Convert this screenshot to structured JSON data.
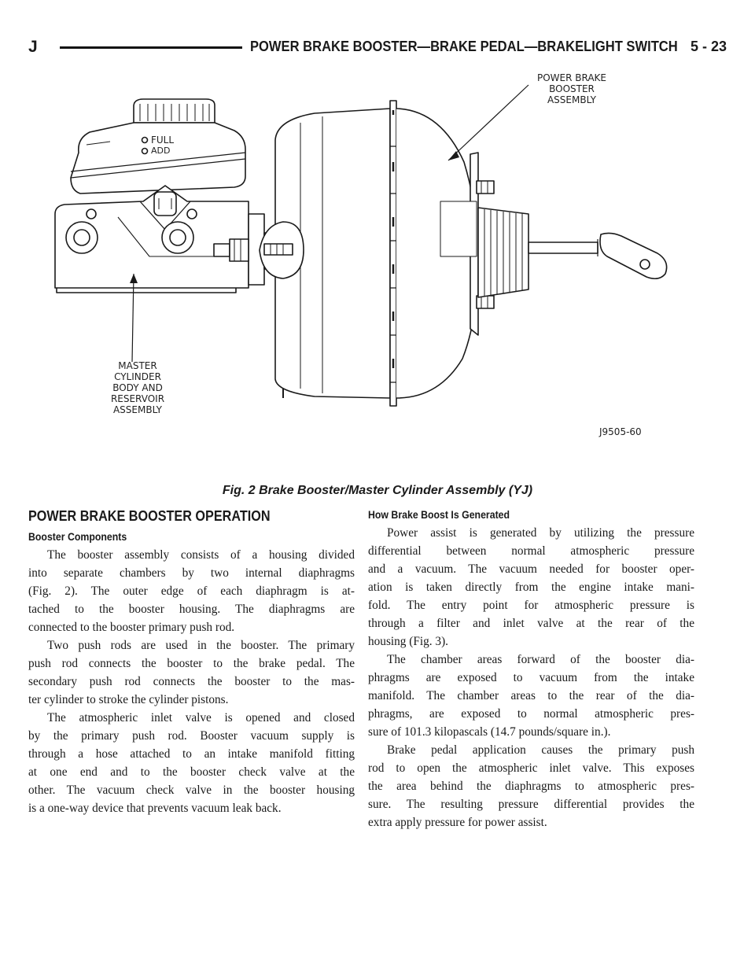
{
  "header": {
    "section_letter": "J",
    "title": "POWER BRAKE BOOSTER—BRAKE PEDAL—BRAKELIGHT SWITCH",
    "page_number": "5 - 23"
  },
  "figure": {
    "callouts": {
      "booster_assembly": "POWER BRAKE\nBOOSTER\nASSEMBLY",
      "master_cylinder": "MASTER\nCYLINDER\nBODY AND\nRESERVOIR\nASSEMBLY",
      "full_mark": "FULL",
      "add_mark": "ADD",
      "figure_code": "J9505-60"
    },
    "caption": "Fig. 2 Brake Booster/Master Cylinder Assembly (YJ)"
  },
  "left_column": {
    "heading": "POWER BRAKE BOOSTER OPERATION",
    "subheading": "Booster Components",
    "paragraphs": [
      [
        "The booster assembly consists of a housing divided",
        "into separate chambers by two internal diaphragms",
        "(Fig. 2). The outer edge of each diaphragm is at-",
        "tached to the booster housing. The diaphragms are",
        "connected to the booster primary push rod."
      ],
      [
        "Two push rods are used in the booster. The primary",
        "push rod connects the booster to the brake pedal. The",
        "secondary push rod connects the booster to the mas-",
        "ter cylinder to stroke the cylinder pistons."
      ],
      [
        "The atmospheric inlet valve is opened and closed",
        "by the primary push rod. Booster vacuum supply is",
        "through a hose attached to an intake manifold fitting",
        "at one end and to the booster check valve at the",
        "other. The vacuum check valve in the booster housing",
        "is a one-way device that prevents vacuum leak back."
      ]
    ]
  },
  "right_column": {
    "subheading": "How Brake Boost Is Generated",
    "paragraphs": [
      [
        "Power assist is generated by utilizing the pressure",
        "differential between normal atmospheric pressure",
        "and a vacuum. The vacuum needed for booster oper-",
        "ation is taken directly from the engine intake mani-",
        "fold. The entry point for atmospheric pressure is",
        "through a filter and inlet valve at the rear of the",
        "housing (Fig. 3)."
      ],
      [
        "The chamber areas forward of the booster dia-",
        "phragms are exposed to vacuum from the intake",
        "manifold. The chamber areas to the rear of the dia-",
        "phragms, are exposed to normal atmospheric pres-",
        "sure of 101.3 kilopascals (14.7 pounds/square in.)."
      ],
      [
        "Brake pedal application causes the primary push",
        "rod to open the atmospheric inlet valve. This exposes",
        "the area behind the diaphragms to atmospheric pres-",
        "sure. The resulting pressure differential provides the",
        "extra apply pressure for power assist."
      ]
    ]
  }
}
